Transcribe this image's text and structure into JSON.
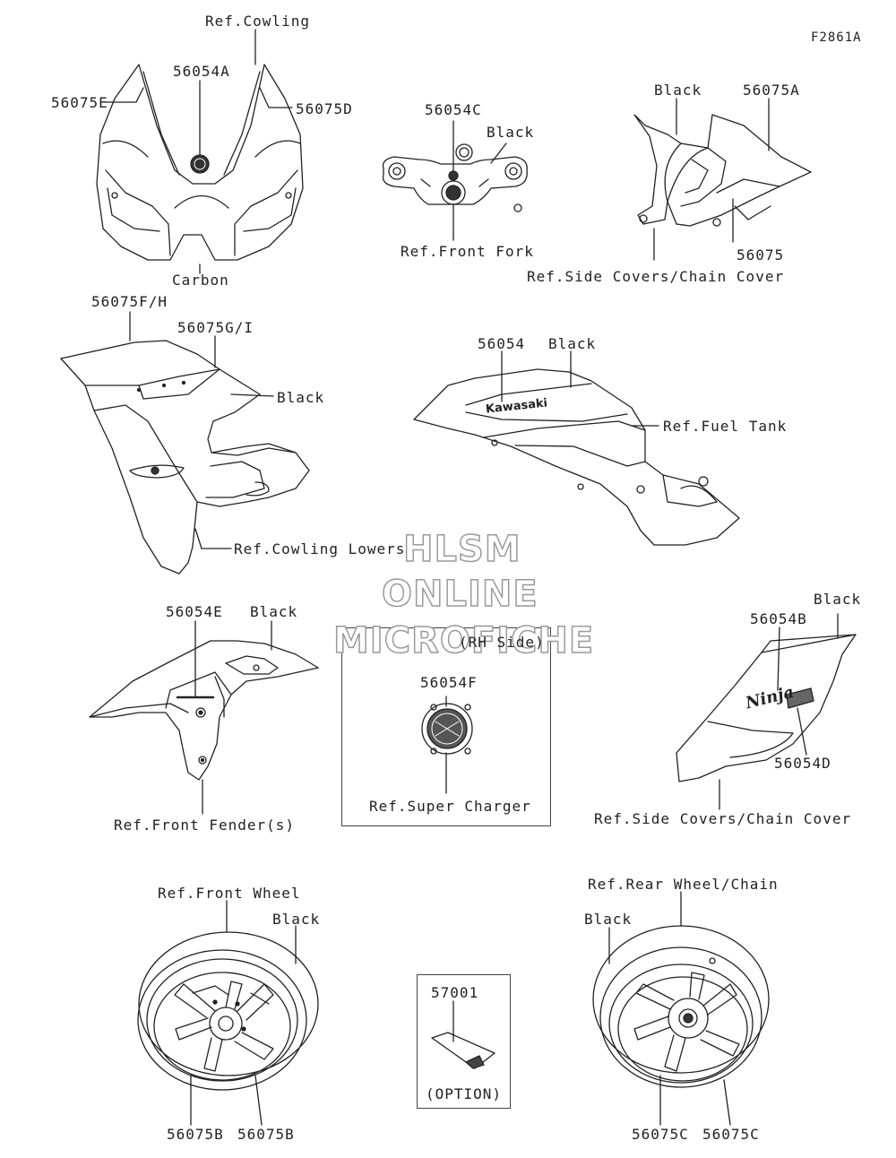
{
  "figure_id": "F2861A",
  "watermark": {
    "line1": "HLSM",
    "line2": "ONLINE",
    "line3": "MICROFICHE"
  },
  "labels": {
    "ref_cowling": "Ref.Cowling",
    "p56054A": "56054A",
    "p56075E": "56075E",
    "p56075D": "56075D",
    "carbon": "Carbon",
    "p56054C": "56054C",
    "black_fork": "Black",
    "ref_front_fork": "Ref.Front Fork",
    "black_tail": "Black",
    "p56075A": "56075A",
    "p56075": "56075",
    "ref_side_covers_top": "Ref.Side Covers/Chain Cover",
    "p56075FH": "56075F/H",
    "p56075GI": "56075G/I",
    "black_lower": "Black",
    "ref_cowling_lowers": "Ref.Cowling Lowers",
    "p56054": "56054",
    "black_tank": "Black",
    "ref_fuel_tank": "Ref.Fuel Tank",
    "p56054E": "56054E",
    "black_fender": "Black",
    "ref_front_fenders": "Ref.Front Fender(s)",
    "rh_side": "(RH Side)",
    "p56054F": "56054F",
    "ref_super_charger": "Ref.Super Charger",
    "black_side": "Black",
    "p56054B": "56054B",
    "p56054D": "56054D",
    "ref_side_covers_mid": "Ref.Side Covers/Chain Cover",
    "ref_front_wheel": "Ref.Front Wheel",
    "black_fwheel": "Black",
    "p56075B_a": "56075B",
    "p56075B_b": "56075B",
    "p57001": "57001",
    "option": "(OPTION)",
    "ref_rear_wheel": "Ref.Rear Wheel/Chain",
    "black_rwheel": "Black",
    "p56075C_a": "56075C",
    "p56075C_b": "56075C"
  },
  "emblem_text": {
    "kawasaki": "Kawasaki",
    "ninja": "Ninja"
  }
}
